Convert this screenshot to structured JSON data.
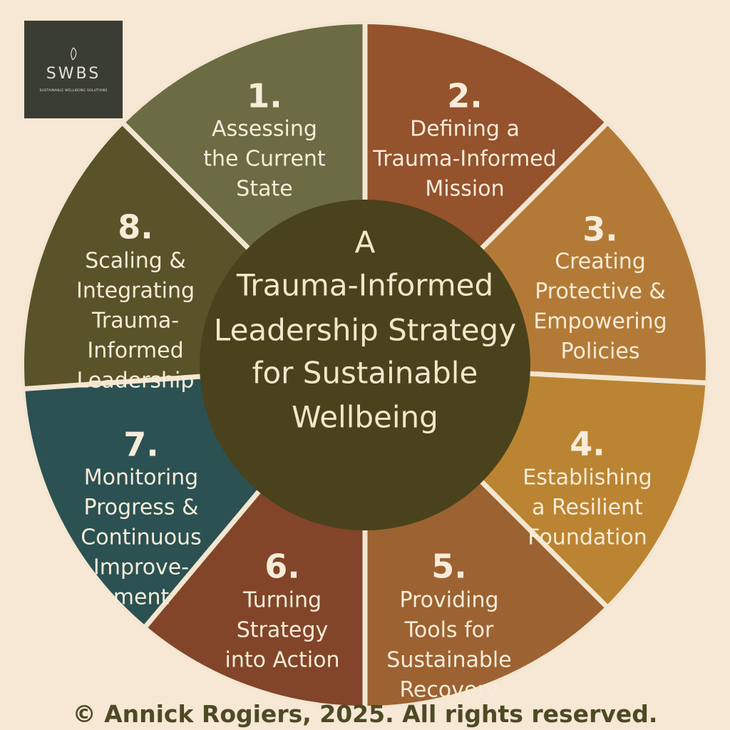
{
  "logo": {
    "mark": "SWBS",
    "subtitle": "SUSTAINABLE WELLBEING SOLUTIONS"
  },
  "center": {
    "lines": [
      "A",
      "Trauma-Informed",
      "Leadership Strategy",
      "for Sustainable",
      "Wellbeing"
    ],
    "color": "#4a421c"
  },
  "segments": [
    {
      "number": "1.",
      "lines": [
        "Assessing",
        "the Current",
        "State"
      ],
      "color": "#6b6b44"
    },
    {
      "number": "2.",
      "lines": [
        "Defining a",
        "Trauma-Informed",
        "Mission"
      ],
      "color": "#94522d"
    },
    {
      "number": "3.",
      "lines": [
        "Creating",
        "Protective &",
        "Empowering",
        "Policies"
      ],
      "color": "#b37a37"
    },
    {
      "number": "4.",
      "lines": [
        "Establishing",
        "a Resilient",
        "Foundation"
      ],
      "color": "#bb8432"
    },
    {
      "number": "5.",
      "lines": [
        "Providing",
        "Tools for",
        "Sustainable",
        "Recovery"
      ],
      "color": "#9c6232"
    },
    {
      "number": "6.",
      "lines": [
        "Turning",
        "Strategy",
        "into Action"
      ],
      "color": "#82452a"
    },
    {
      "number": "7.",
      "lines": [
        "Monitoring",
        "Progress &",
        "Continuous",
        "Improve-",
        "ment"
      ],
      "color": "#2b5152"
    },
    {
      "number": "8.",
      "lines": [
        "Scaling &",
        "Integrating",
        "Trauma-",
        "Informed",
        "Leadership"
      ],
      "color": "#5a5228"
    }
  ],
  "divider_color": "#f3e6d0",
  "copyright": "© Annick Rogiers, 2025. All rights reserved."
}
